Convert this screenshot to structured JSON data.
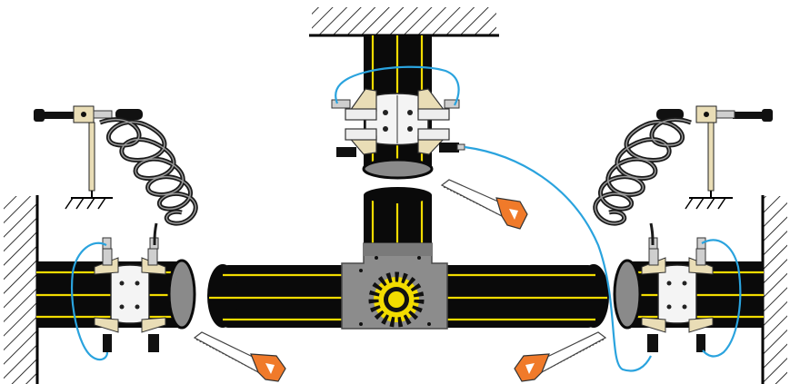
{
  "diagram": {
    "colors": {
      "background": "#ffffff",
      "pipe": "#0a0a0a",
      "pipe_stripe": "#f2dc00",
      "pipe_end": "#8a8a8a",
      "fitting": "#8c8c8c",
      "coupler_band": "#f4f4f4",
      "clamp_bracket": "#e9ddb6",
      "cable": "#2aa3de",
      "hose": "#1a1a1a",
      "hose_highlight": "#9a9a9a",
      "saw_handle": "#f07a2a",
      "saw_blade": "#ffffff",
      "heater_ring": "#f2dc00",
      "structure": "#000000"
    },
    "components": {
      "ground_supports": [
        "left-support",
        "right-support"
      ],
      "walls": [
        "ceiling",
        "left-wall",
        "right-wall"
      ],
      "pipes": [
        "vertical-pipe-upper",
        "vertical-pipe-lower",
        "left-pipe",
        "center-pipe",
        "right-pipe"
      ],
      "fitting": "tee-fitting",
      "couplers": [
        "top-coupler",
        "left-coupler",
        "right-coupler"
      ],
      "saws": [
        "saw-upper",
        "saw-lower-left",
        "saw-lower-right"
      ],
      "heater": "heater-ring"
    }
  }
}
